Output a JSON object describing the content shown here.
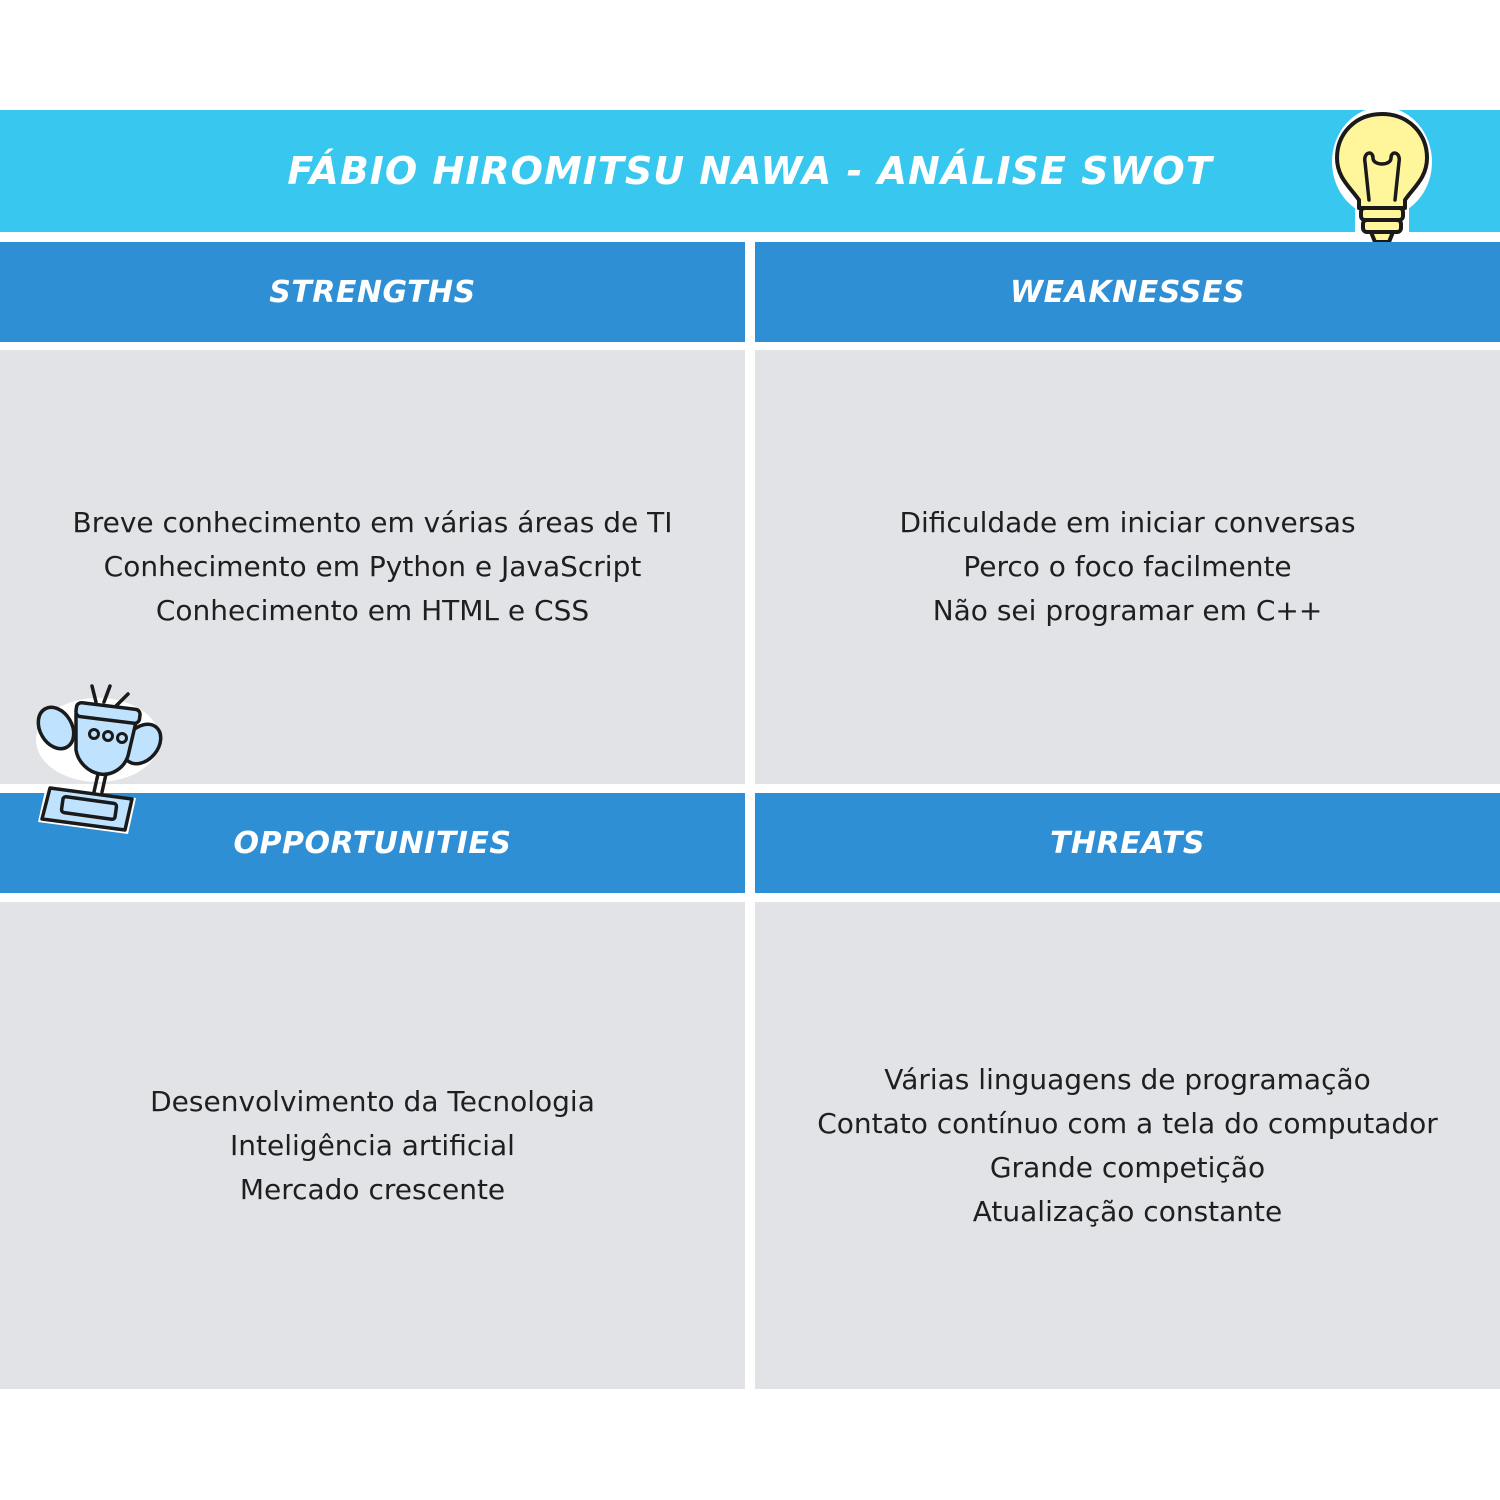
{
  "title": "Fábio Hiromitsu Nawa - Análise SWOT",
  "quadrants": {
    "strengths": {
      "heading": "STRENGTHS",
      "lines": [
        "Breve conhecimento em várias áreas de TI",
        "Conhecimento em Python e JavaScript",
        "Conhecimento em HTML e CSS"
      ]
    },
    "weaknesses": {
      "heading": "WEAKNESSES",
      "lines": [
        "Dificuldade em iniciar conversas",
        "Perco o foco facilmente",
        "Não sei programar em C++"
      ]
    },
    "opportunities": {
      "heading": "OPPORTUNITIES",
      "lines": [
        "Desenvolvimento da Tecnologia",
        "Inteligência artificial",
        "Mercado crescente"
      ]
    },
    "threats": {
      "heading": "THREATS",
      "lines": [
        "Várias linguagens de programação",
        "Contato contínuo com a tela do computador",
        "Grande competição",
        "Atualização constante"
      ]
    }
  },
  "icons": {
    "bulb": "lightbulb-icon",
    "trophy": "trophy-icon"
  },
  "colors": {
    "title_bar": "#38c8ef",
    "header": "#2e8fd4",
    "body": "#e2e3e6",
    "bulb_fill": "#fff59a",
    "trophy_fill": "#bfe3ff"
  }
}
